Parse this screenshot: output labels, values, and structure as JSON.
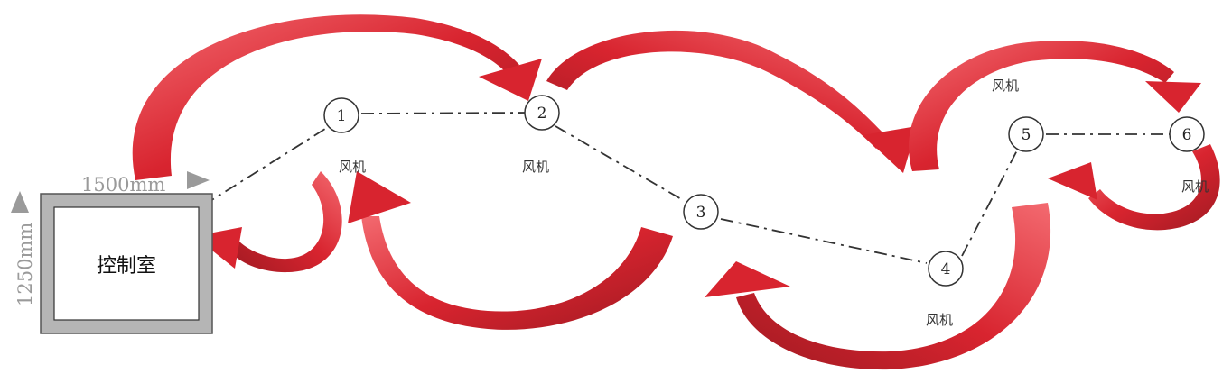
{
  "control_room": {
    "label": "控制室",
    "width_label": "1500mm",
    "height_label": "1250mm"
  },
  "nodes": [
    {
      "id": "1"
    },
    {
      "id": "2"
    },
    {
      "id": "3"
    },
    {
      "id": "4"
    },
    {
      "id": "5"
    },
    {
      "id": "6"
    }
  ],
  "fans": [
    {
      "label": "风机",
      "near_node": "1"
    },
    {
      "label": "风机",
      "near_node": "2"
    },
    {
      "label": "风机",
      "near_node": "4"
    },
    {
      "label": "风机",
      "near_node": "5"
    },
    {
      "label": "风机",
      "near_node": "6"
    }
  ],
  "colors": {
    "arrow": "#d8242f",
    "arrow_light": "#f25a63",
    "arrow_dark": "#9a1a22",
    "path_line": "#333333",
    "wall_fill": "#b5b5b5",
    "wall_stroke": "#555555",
    "dimension_text": "#9a9a9a"
  }
}
